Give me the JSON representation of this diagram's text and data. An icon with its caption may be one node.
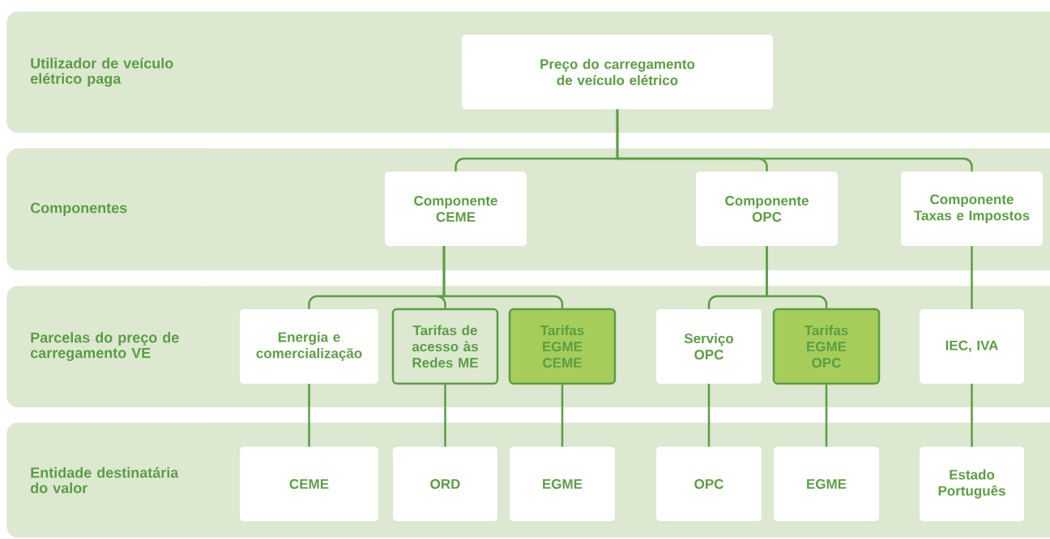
{
  "diagram": {
    "nodes": [
      {
        "text": [
          "Utilizador de veículo elétrico paga"
        ]
      },
      {
        "text": [
          "Preço do carregamento de veículo elétrico"
        ],
        "in": 0
      },
      {
        "text": [
          "Componentes"
        ]
      },
      {
        "text": [
          "Componente CEME"
        ],
        "in": 2
      },
      {
        "text": [
          "Componente OPC"
        ],
        "in": 2
      },
      {
        "text": [
          "Componente Taxas e Impostos"
        ],
        "in": 2
      },
      {
        "text": [
          "Parcelas do preço de carregamento VE"
        ]
      },
      {
        "text": [
          "Energia e comercialização"
        ],
        "in": 6
      },
      {
        "text": [
          "Tarifas de acesso às Redes ME"
        ],
        "in": 6
      },
      {
        "text": [
          "Tarifas EGME CEME"
        ],
        "in": 6
      },
      {
        "text": [
          "Serviço OPC"
        ],
        "in": 6
      },
      {
        "text": [
          "Tarifas EGME OPC"
        ],
        "in": 6
      },
      {
        "text": [
          "IEC, IVA"
        ],
        "in": 6
      },
      {
        "text": [
          "Entidade destinatária do valor"
        ]
      },
      {
        "text": [
          "CEME"
        ],
        "in": 13
      },
      {
        "text": [
          "ORD"
        ],
        "in": 13
      },
      {
        "text": [
          "EGME"
        ],
        "in": 13
      },
      {
        "text": [
          "OPC"
        ],
        "in": 13
      },
      {
        "text": [
          "EGME"
        ],
        "in": 13
      },
      {
        "text": [
          "Estado Português"
        ],
        "in": 13
      }
    ],
    "edges": [
      {
        "from": 1,
        "to": 3,
        "arrow": "none"
      },
      {
        "from": 1,
        "to": 4,
        "arrow": "none"
      },
      {
        "from": 1,
        "to": 5,
        "arrow": "none"
      },
      {
        "from": 3,
        "to": 7,
        "arrow": "none"
      },
      {
        "from": 3,
        "to": 8,
        "arrow": "none"
      },
      {
        "from": 3,
        "to": 9,
        "arrow": "none"
      },
      {
        "from": 4,
        "to": 10,
        "arrow": "none"
      },
      {
        "from": 4,
        "to": 11,
        "arrow": "none"
      },
      {
        "from": 5,
        "to": 12,
        "arrow": "none"
      },
      {
        "from": 7,
        "to": 14,
        "arrow": "none"
      },
      {
        "from": 8,
        "to": 15,
        "arrow": "none"
      },
      {
        "from": 9,
        "to": 16,
        "arrow": "none"
      },
      {
        "from": 10,
        "to": 17,
        "arrow": "none"
      },
      {
        "from": 11,
        "to": 18,
        "arrow": "none"
      },
      {
        "from": 12,
        "to": 19,
        "arrow": "none"
      }
    ]
  }
}
